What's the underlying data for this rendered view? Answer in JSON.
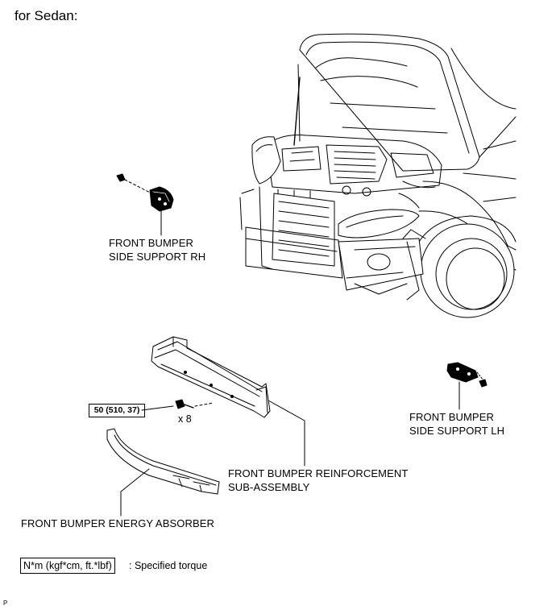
{
  "heading": "for Sedan:",
  "labels": {
    "side_support_rh": [
      "FRONT BUMPER",
      "SIDE SUPPORT RH"
    ],
    "side_support_lh": [
      "FRONT BUMPER",
      "SIDE SUPPORT LH"
    ],
    "reinforcement": [
      "FRONT BUMPER REINFORCEMENT",
      "SUB-ASSEMBLY"
    ],
    "energy_absorber": "FRONT BUMPER ENERGY ABSORBER"
  },
  "torque": {
    "value": "50 (510, 37)",
    "quantity": "x 8"
  },
  "legend": {
    "units": "N*m (kgf*cm, ft.*lbf)",
    "description": ": Specified torque"
  },
  "figure_ref": "P"
}
